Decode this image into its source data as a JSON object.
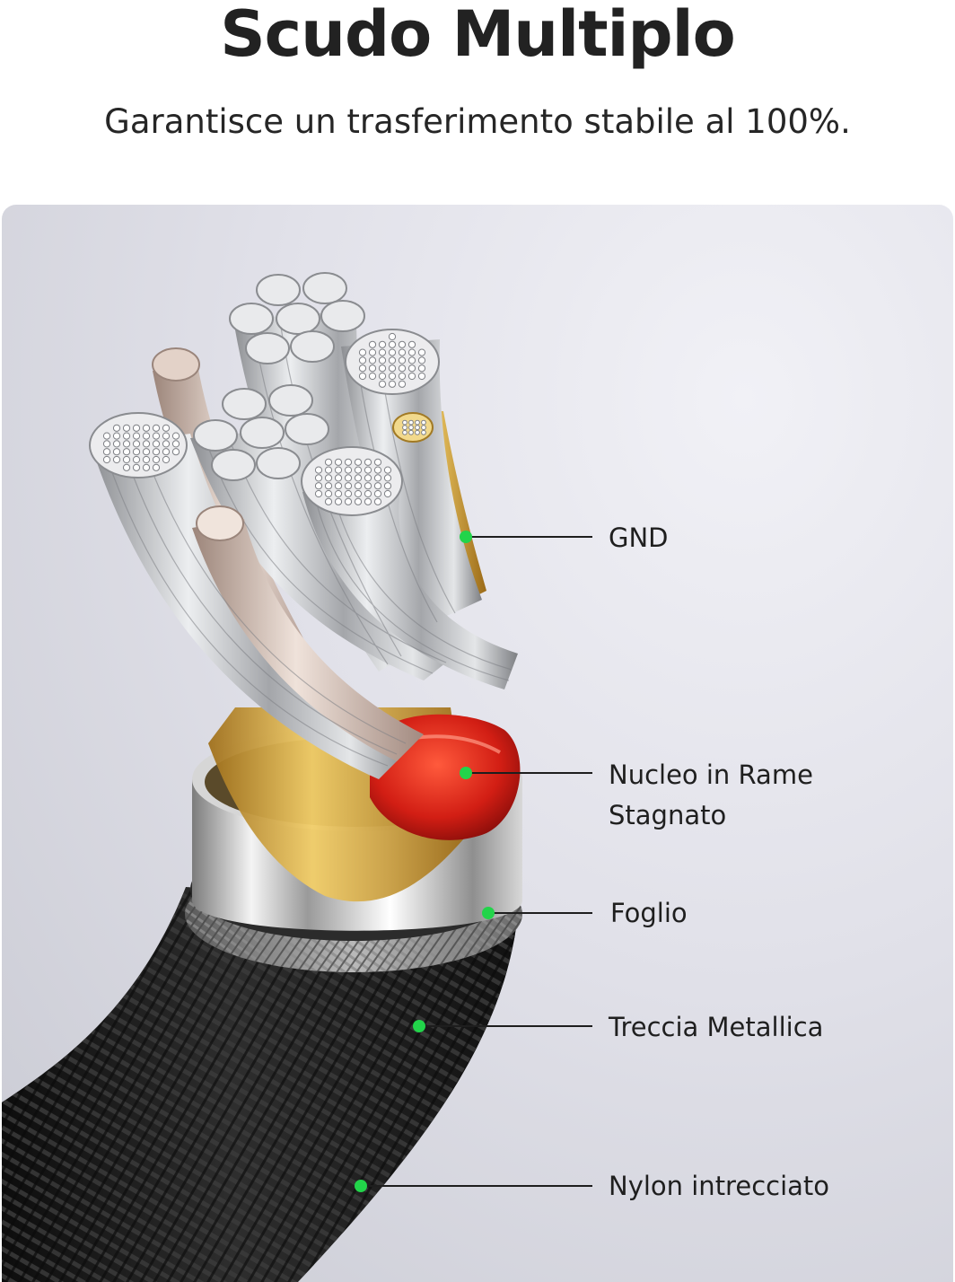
{
  "header": {
    "title": "Scudo Multiplo",
    "subtitle": "Garantisce un trasferimento stabile al 100%."
  },
  "callouts": {
    "gnd": "GND",
    "core_line1": "Nucleo in Rame",
    "core_line2": "Stagnato",
    "foil": "Foglio",
    "braid": "Treccia Metallica",
    "nylon": "Nylon intrecciato"
  },
  "colors": {
    "marker": "#22d44a",
    "leader_line": "#1e1e1e",
    "core_red": "#d8281c",
    "gold_wire": "#d9a93a",
    "silver_wire": "#c6c8cc",
    "nylon_black": "#1c1c1c"
  }
}
